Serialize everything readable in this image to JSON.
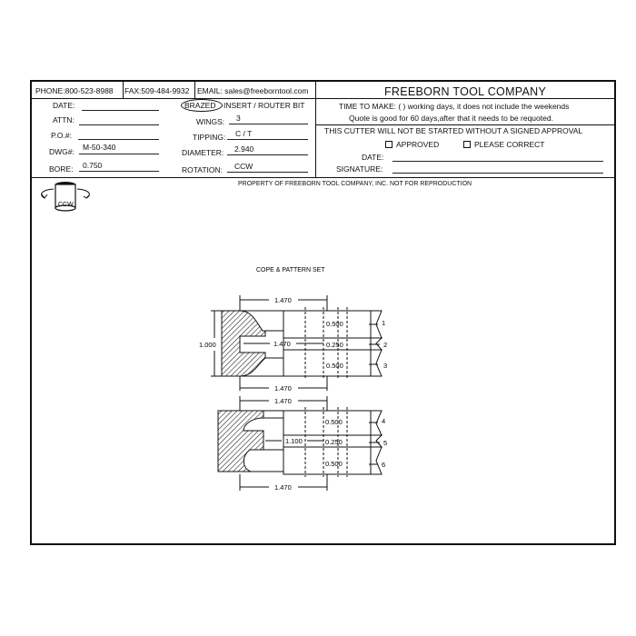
{
  "header": {
    "phone": "PHONE:800-523-8988",
    "fax": "FAX:509-484-9932",
    "email": "EMAIL: sales@freeborntool.com",
    "company": "FREEBORN TOOL COMPANY"
  },
  "left_form": {
    "date_label": "DATE:",
    "attn_label": "ATTN:",
    "po_label": "P.O.#:",
    "dwg_label": "DWG#:",
    "dwg_value": "M-50-340",
    "bore_label": "BORE:",
    "bore_value": "0.750"
  },
  "mid_form": {
    "brazed": "BRAZED",
    "insert_router": "INSERT / ROUTER BIT",
    "wings_label": "WINGS:",
    "wings_value": "3",
    "tipping_label": "TIPPING:",
    "tipping_value": "C / T",
    "diameter_label": "DIAMETER:",
    "diameter_value": "2.940",
    "rotation_label": "ROTATION:",
    "rotation_value": "CCW"
  },
  "right_form": {
    "time_to_make": "TIME TO MAKE: (      ) working days, it does not include the weekends",
    "quote_note": "Quote is good for 60 days,after that it needs to be requoted.",
    "warning": "THIS CUTTER WILL NOT BE STARTED WITHOUT A SIGNED APPROVAL",
    "approved": "APPROVED",
    "please_correct": "PLEASE CORRECT",
    "date_label": "DATE:",
    "signature_label": "SIGNATURE:"
  },
  "property_notice": "PROPERTY OF FREEBORN TOOL COMPANY, INC.   NOT FOR REPRODUCTION",
  "rotation_icon_label": "CCW",
  "drawing": {
    "title": "COPE & PATTERN SET",
    "top_set": {
      "width_top": "1.470",
      "width_bottom": "1.470",
      "height": "1.000",
      "inner": "1.470",
      "cutter_1": "0.500",
      "cutter_2": "0.250",
      "cutter_3": "0.500",
      "tags": [
        "1",
        "2",
        "3"
      ]
    },
    "bottom_set": {
      "width_top": "1.470",
      "width_bottom": "1.470",
      "inner": "1.100",
      "cutter_4": "0.500",
      "cutter_5": "0.250",
      "cutter_6": "0.500",
      "tags": [
        "4",
        "5",
        "6"
      ]
    }
  }
}
